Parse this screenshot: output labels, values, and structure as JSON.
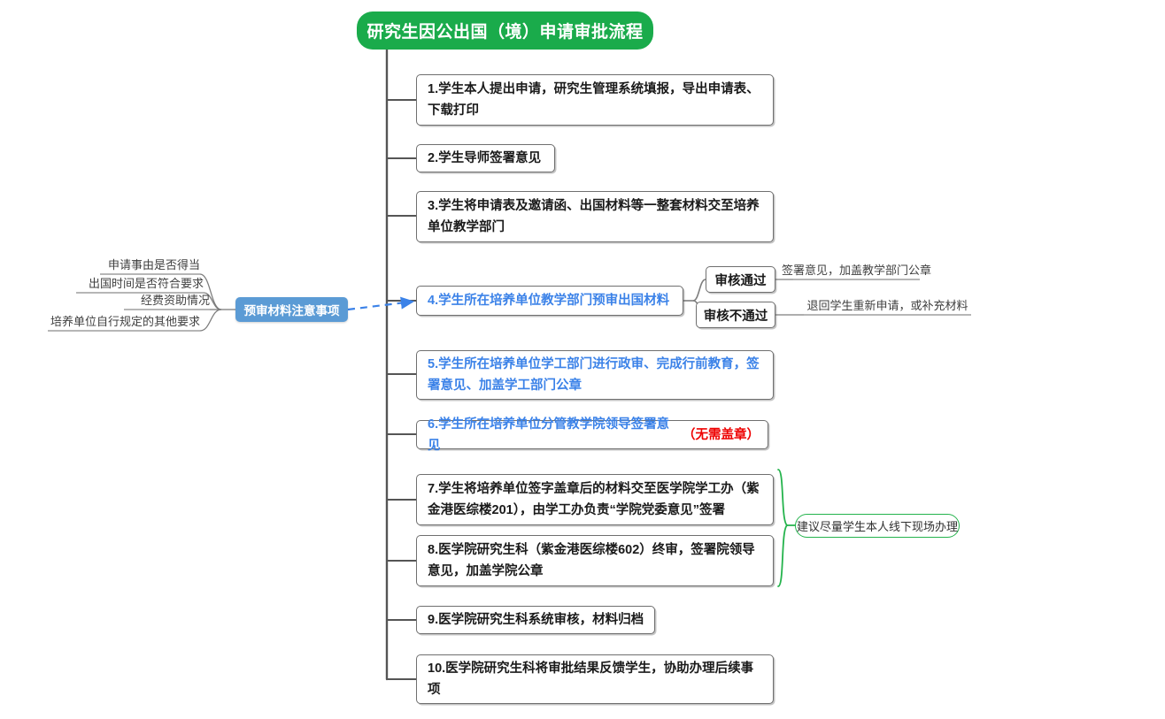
{
  "diagram": {
    "title": "研究生因公出国（境）申请审批流程",
    "title_color": "#1aab4b",
    "accent_blue": "#3b82e8",
    "accent_red": "#ee0000",
    "callout_blue": "#5b9bd5",
    "callout_green": "#24b34c",
    "trunk_color": "#555555"
  },
  "steps": [
    {
      "id": "step-1",
      "text": "1.学生本人提出申请，研究生管理系统填报，导出申请表、下载打印"
    },
    {
      "id": "step-2",
      "text": "2.学生导师签署意见"
    },
    {
      "id": "step-3",
      "text": "3.学生将申请表及邀请函、出国材料等一整套材料交至培养单位教学部门"
    },
    {
      "id": "step-4",
      "text": "4.学生所在培养单位教学部门预审出国材料"
    },
    {
      "id": "step-5",
      "text": "5.学生所在培养单位学工部门进行政审、完成行前教育，签署意见、加盖学工部门公章"
    },
    {
      "id": "step-6",
      "text": "6.学生所在培养单位分管教学院领导签署意见",
      "red_suffix": "（无需盖章）"
    },
    {
      "id": "step-7",
      "text": "7.学生将培养单位签字盖章后的材料交至医学院学工办（紫金港医综楼201），由学工办负责“学院党委意见”签署"
    },
    {
      "id": "step-8",
      "text": "8.医学院研究生科（紫金港医综楼602）终审，签署院领导意见，加盖学院公章"
    },
    {
      "id": "step-9",
      "text": "9.医学院研究生科系统审核，材料归档"
    },
    {
      "id": "step-10",
      "text": "10.医学院研究生科将审批结果反馈学生，协助办理后续事项"
    }
  ],
  "review_outcomes": [
    {
      "label": "审核通过",
      "result": "签署意见，加盖教学部门公章"
    },
    {
      "label": "审核不通过",
      "result": "退回学生重新申请，或补充材料"
    }
  ],
  "pre_review": {
    "title": "预审材料注意事项",
    "items": [
      "申请事由是否得当",
      "出国时间是否符合要求",
      "经费资助情况",
      "培养单位自行规定的其他要求"
    ]
  },
  "offline_note": "建议尽量学生本人线下现场办理"
}
